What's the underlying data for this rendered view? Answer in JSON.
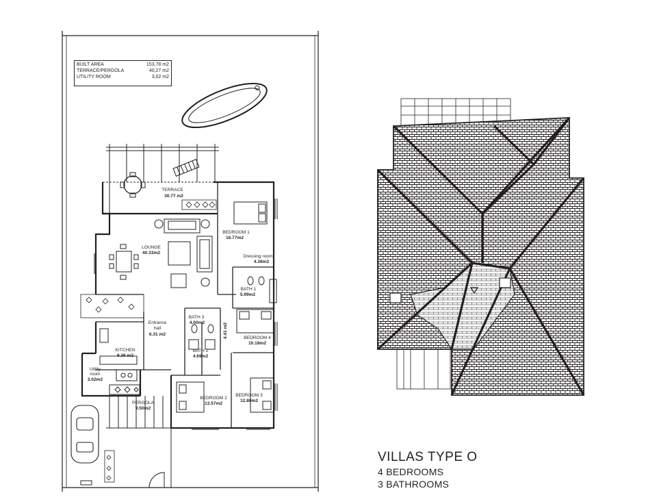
{
  "areas": [
    {
      "label": "BUILT AREA",
      "value": "153,78 m2"
    },
    {
      "label": "TERRACE/PERGOLA",
      "value": "40,27 m2"
    },
    {
      "label": "UTILITY ROOM",
      "value": "3,02 m2"
    }
  ],
  "rooms": {
    "terrace": {
      "name": "TERRACE",
      "area": "30.77 m2"
    },
    "lounge": {
      "name": "LOUNGE",
      "area": "40.33m2"
    },
    "bedroom1": {
      "name": "BEDROOM 1",
      "area": "16.77m2"
    },
    "dressing": {
      "name": "Dressing room",
      "area": "4.36m2"
    },
    "bath1": {
      "name": "BATH 1",
      "area": "5.99m2"
    },
    "bath3": {
      "name": "BATH 3",
      "area": "4.00m2"
    },
    "entrance": {
      "name1": "Entrance",
      "name2": "hall",
      "area": "6.31 m2"
    },
    "bath2": {
      "name": "BATH 2",
      "area": "4.69m2"
    },
    "corridor": {
      "area": "4.41 m2"
    },
    "bedroom4": {
      "name": "BEDROOM 4",
      "area": "10.18m2"
    },
    "kitchen": {
      "name": "KITCHEN",
      "area": "9.36 m2"
    },
    "utility": {
      "name1": "Utility",
      "name2": "room",
      "area": "3.02m2"
    },
    "bedroom2": {
      "name": "BEDROOM 2",
      "area": "13.57m2"
    },
    "bedroom3": {
      "name": "BEDROOM 3",
      "area": "12.80m2"
    },
    "pergola": {
      "name": "PERGOLA",
      "area": "9.50m2"
    }
  },
  "title": {
    "main": "VILLAS TYPE O",
    "bedrooms": "4 BEDROOMS",
    "bathrooms": "3 BATHROOMS"
  },
  "colors": {
    "ink": "#231f20",
    "background": "#ffffff"
  }
}
